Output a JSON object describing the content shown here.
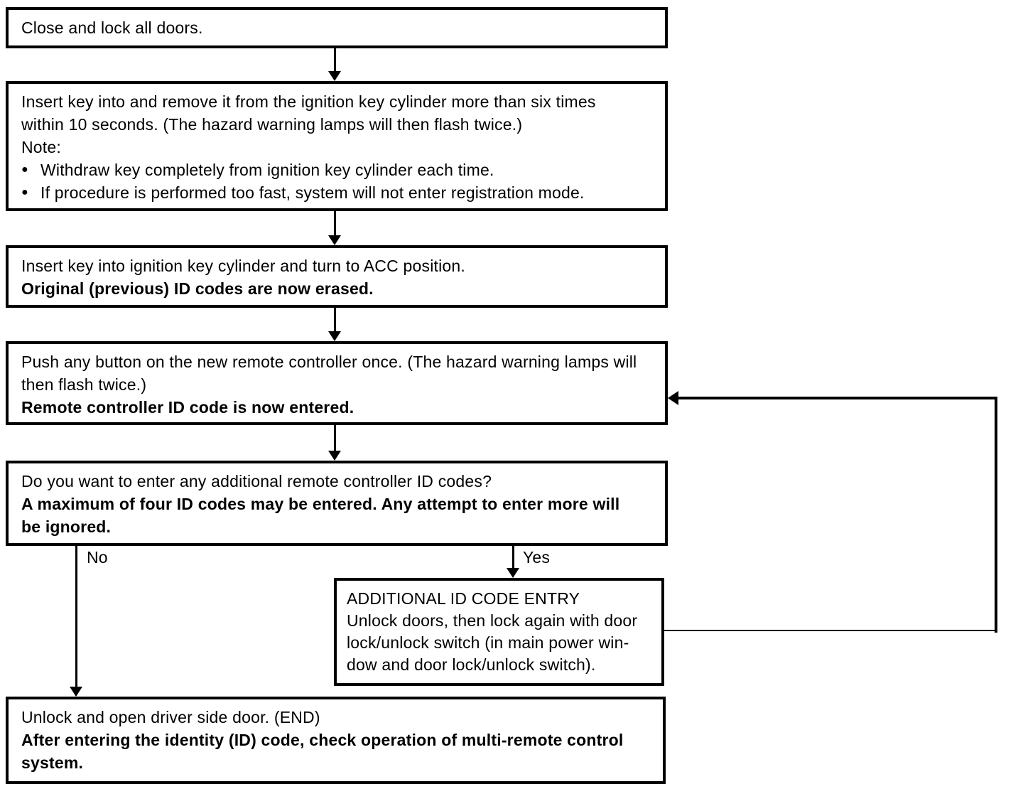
{
  "glyphs": {
    "bullet": "●"
  },
  "colors": {
    "ink": "#000000",
    "paper": "#ffffff"
  },
  "branches": {
    "no": "No",
    "yes": "Yes"
  },
  "boxes": [
    {
      "name": "close-doors",
      "lines": [
        "Close and lock all doors."
      ]
    },
    {
      "name": "key-insert-remove",
      "lines": [
        "Insert key into and remove it from the ignition key cylinder more than six times",
        "within 10 seconds. (The hazard warning lamps will then flash twice.)",
        "Note:",
        "Withdraw key completely from ignition key cylinder each time.",
        "If procedure is performed too fast, system will not enter registration mode."
      ]
    },
    {
      "name": "key-acc-position",
      "lines": [
        "Insert key into ignition key cylinder and turn to ACC position.",
        "Original (previous) ID codes are now erased."
      ]
    },
    {
      "name": "push-remote-button",
      "lines": [
        "Push any button on the new remote controller once. (The hazard warning lamps will",
        "then flash twice.)",
        "Remote controller ID code is now entered."
      ]
    },
    {
      "name": "decision-additional-codes",
      "lines": [
        "Do you want to enter any additional remote controller ID codes?",
        "A maximum of four ID codes may be entered. Any attempt to enter more will",
        "be ignored."
      ]
    },
    {
      "name": "additional-id-entry",
      "lines": [
        "ADDITIONAL ID CODE ENTRY",
        "Unlock doors, then lock again with door",
        "lock/unlock switch (in main power win-",
        "dow and door lock/unlock switch)."
      ]
    },
    {
      "name": "end-check-operation",
      "lines": [
        "Unlock and open driver side door. (END)",
        "After entering the identity (ID) code, check operation of multi-remote control",
        "system."
      ]
    }
  ]
}
